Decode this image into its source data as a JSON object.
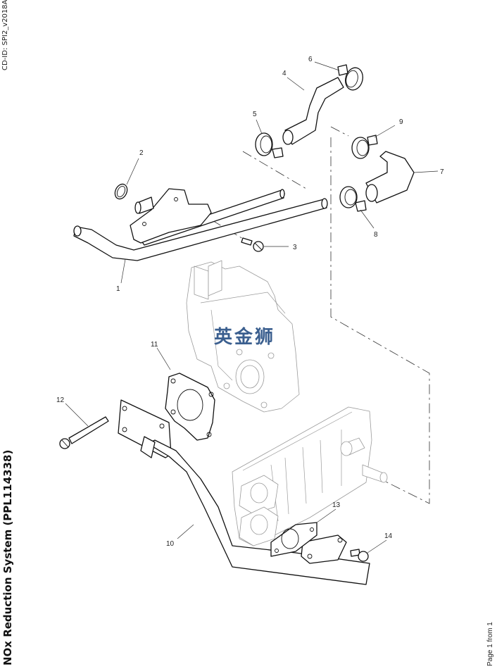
{
  "document": {
    "cd_id": "CD-ID: SPI2_v2018A",
    "title": "NOx Reduction System (PPL114338)",
    "page": "Page 1 from 1"
  },
  "watermark": {
    "text": "英金狮",
    "color": "#3b5f8f"
  },
  "callouts": [
    {
      "id": "1",
      "label": "1"
    },
    {
      "id": "2",
      "label": "2"
    },
    {
      "id": "3",
      "label": "3"
    },
    {
      "id": "4",
      "label": "4"
    },
    {
      "id": "5",
      "label": "5"
    },
    {
      "id": "6",
      "label": "6"
    },
    {
      "id": "7",
      "label": "7"
    },
    {
      "id": "8",
      "label": "8"
    },
    {
      "id": "9",
      "label": "9"
    },
    {
      "id": "10",
      "label": "10"
    },
    {
      "id": "11",
      "label": "11"
    },
    {
      "id": "12",
      "label": "12"
    },
    {
      "id": "13",
      "label": "13"
    },
    {
      "id": "14",
      "label": "14"
    }
  ]
}
